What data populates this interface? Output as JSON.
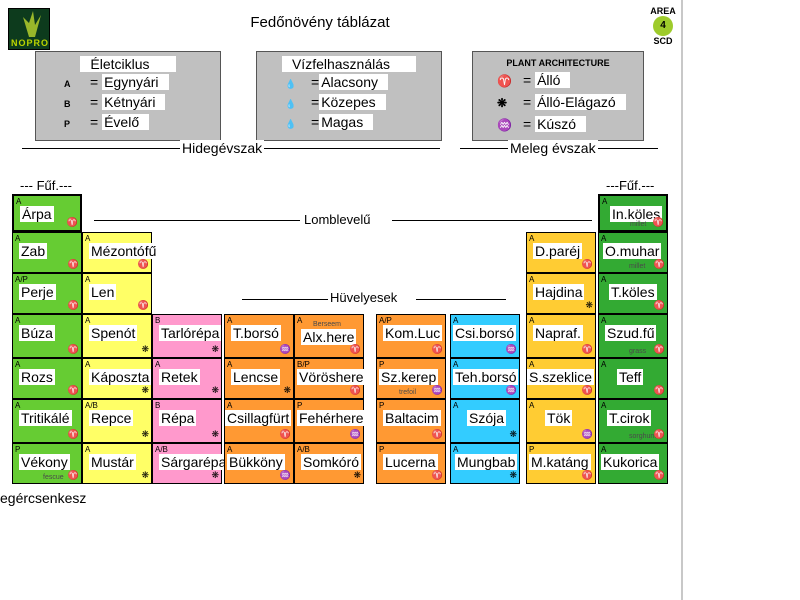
{
  "title": "Fedőnövény táblázat",
  "logo_left": {
    "text": "NOPRO"
  },
  "logo_right": {
    "area": "AREA",
    "num": "4",
    "sub": "SCD"
  },
  "legends": {
    "lifecycle": {
      "title": "Életciklus",
      "items": [
        {
          "key": "A",
          "label": "Egynyári"
        },
        {
          "key": "B",
          "label": "Kétnyári"
        },
        {
          "key": "P",
          "label": "Évelő"
        }
      ]
    },
    "water": {
      "title": "Vízfelhasználás",
      "items": [
        {
          "key": "drop-light-icon",
          "label": "Alacsony"
        },
        {
          "key": "drop-medium-icon",
          "label": "Közepes"
        },
        {
          "key": "drop-dark-icon",
          "label": "Magas"
        }
      ]
    },
    "architecture": {
      "title": "PLANT ARCHITECTURE",
      "items": [
        {
          "key": "upright-icon",
          "label": "Álló"
        },
        {
          "key": "branched-icon",
          "label": "Álló-Elágazó"
        },
        {
          "key": "creeping-icon",
          "label": "Kúszó"
        }
      ]
    }
  },
  "seasons": {
    "cool": "Hidegévszak",
    "warm": "Meleg évszak"
  },
  "group_labels": {
    "grass_left": "--- Fűf.---",
    "grass_right": "---Fűf.---",
    "broadleaf": "Lomblevelű",
    "legumes": "Hüvelyesek"
  },
  "colors": {
    "green": "#66cc33",
    "dark_green": "#33aa33",
    "yellow": "#ffff66",
    "pink": "#ff99cc",
    "orange": "#ff9933",
    "cyan": "#33ccff",
    "gold": "#ffcc33"
  },
  "cells": {
    "arpa": {
      "label": "Árpa",
      "code": "A"
    },
    "zab": {
      "label": "Zab",
      "code": "A"
    },
    "perje": {
      "label": "Perje",
      "code": "A/P"
    },
    "buza": {
      "label": "Búza",
      "code": "A"
    },
    "rozs": {
      "label": "Rozs",
      "code": "A"
    },
    "tritikale": {
      "label": "Tritikálé",
      "code": "A"
    },
    "vekony": {
      "label": "Vékony",
      "code": "P",
      "sub": "fescue"
    },
    "mezontofu": {
      "label": "Mézontófű",
      "code": "A"
    },
    "len": {
      "label": "Len",
      "code": "A"
    },
    "spenot": {
      "label": "Spenót",
      "code": "A"
    },
    "kaposzta": {
      "label": "Káposzta",
      "code": "A"
    },
    "repce": {
      "label": "Repce",
      "code": "A/B"
    },
    "mustar": {
      "label": "Mustár",
      "code": "A"
    },
    "tarlorepa": {
      "label": "Tarlórépa",
      "code": "B"
    },
    "retek": {
      "label": "Retek",
      "code": "A"
    },
    "repa": {
      "label": "Répa",
      "code": "B"
    },
    "sargarepa": {
      "label": "Sárgarépa",
      "code": "A/B"
    },
    "tborso": {
      "label": "T.borsó",
      "code": "A"
    },
    "lencse": {
      "label": "Lencse",
      "code": "A"
    },
    "csillagfurt": {
      "label": "Csillagfürt",
      "code": "A"
    },
    "bukkony": {
      "label": "Bükköny",
      "code": "A"
    },
    "alxhere": {
      "label": "Alx.here",
      "code": "A",
      "sub": "Berseem"
    },
    "voroshere": {
      "label": "Vöröshere",
      "code": "B/P"
    },
    "feherhere": {
      "label": "Fehérhere",
      "code": "P"
    },
    "somkoro": {
      "label": "Somkóró",
      "code": "A/B"
    },
    "komluc": {
      "label": "Kom.Luc",
      "code": "A/P"
    },
    "szkerep": {
      "label": "Sz.kerep",
      "code": "P",
      "sub": "trefoil"
    },
    "baltacim": {
      "label": "Baltacim",
      "code": "P"
    },
    "lucerna": {
      "label": "Lucerna",
      "code": "P"
    },
    "csiborso": {
      "label": "Csi.borsó",
      "code": "A"
    },
    "tehborso": {
      "label": "Teh.borsó",
      "code": "A"
    },
    "szoja": {
      "label": "Szója",
      "code": "A"
    },
    "mungbab": {
      "label": "Mungbab",
      "code": "A"
    },
    "dparej": {
      "label": "D.paréj",
      "code": "A"
    },
    "hajdina": {
      "label": "Hajdina",
      "code": "A"
    },
    "napraf": {
      "label": "Napraf.",
      "code": "A"
    },
    "sszeklice": {
      "label": "S.szeklice",
      "code": "A"
    },
    "tok": {
      "label": "Tök",
      "code": "A"
    },
    "mkatang": {
      "label": "M.katáng",
      "code": "P"
    },
    "inkoles": {
      "label": "In.köles",
      "code": "A",
      "sub": "millet"
    },
    "omuhar": {
      "label": "O.muhar",
      "code": "A",
      "sub": "millet"
    },
    "tkoles": {
      "label": "T.köles",
      "code": "A"
    },
    "szudfu": {
      "label": "Szud.fű",
      "code": "A",
      "sub": "grass"
    },
    "teff": {
      "label": "Teff",
      "code": "A"
    },
    "tcirok": {
      "label": "T.cirok",
      "code": "A",
      "sub": "sorghum"
    },
    "kukorica": {
      "label": "Kukorica",
      "code": "A"
    }
  },
  "bottom_text": "egércsenkesz"
}
